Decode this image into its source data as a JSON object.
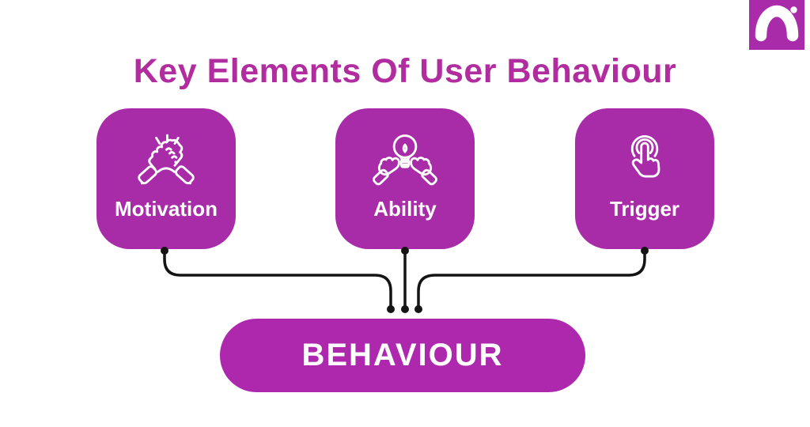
{
  "title": {
    "text": "Key Elements Of User Behaviour"
  },
  "elements": [
    {
      "label": "Motivation",
      "icon": "fist-bump-celebration-icon"
    },
    {
      "label": "Ability",
      "icon": "hands-holding-lightbulb-icon"
    },
    {
      "label": "Trigger",
      "icon": "tap-gesture-icon"
    }
  ],
  "result": {
    "label": "BEHAVIOUR"
  },
  "logo": {
    "icon": "brand-a-mark-icon"
  },
  "colors": {
    "background": "#ffffff",
    "title_text": "#b12c9e",
    "card_fill": "#a82ca8",
    "pill_fill": "#ad28ad",
    "icon_and_label": "#ffffff",
    "connector_line": "#141414",
    "logo_square": "#a92ba9"
  }
}
